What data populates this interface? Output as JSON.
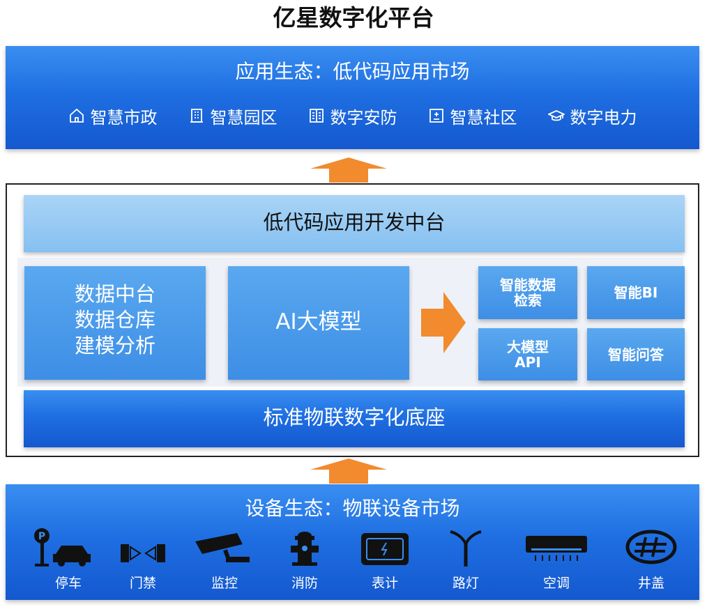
{
  "title": "亿星数字化平台",
  "app_ecosystem": {
    "title": "应用生态：低代码应用市场",
    "items": [
      {
        "label": "智慧市政",
        "icon": "house-icon"
      },
      {
        "label": "智慧园区",
        "icon": "building-icon"
      },
      {
        "label": "数字安防",
        "icon": "office-icon"
      },
      {
        "label": "智慧社区",
        "icon": "community-icon"
      },
      {
        "label": "数字电力",
        "icon": "graduation-cap-icon"
      }
    ]
  },
  "platform": {
    "lowcode": "低代码应用开发中台",
    "data_lines": [
      "数据中台",
      "数据仓库",
      "建模分析"
    ],
    "ai": "AI大模型",
    "capabilities": [
      {
        "line1": "智能数据",
        "line2": "检索"
      },
      {
        "line1": "智能BI",
        "line2": ""
      },
      {
        "line1": "大模型",
        "line2": "API"
      },
      {
        "line1": "智能问答",
        "line2": ""
      }
    ],
    "foundation": "标准物联数字化底座"
  },
  "device_ecosystem": {
    "title": "设备生态：物联设备市场",
    "devices": [
      {
        "label": "停车",
        "icon": "parking-car-icon"
      },
      {
        "label": "门禁",
        "icon": "access-gate-icon"
      },
      {
        "label": "监控",
        "icon": "camera-icon"
      },
      {
        "label": "消防",
        "icon": "hydrant-icon"
      },
      {
        "label": "表计",
        "icon": "meter-icon"
      },
      {
        "label": "路灯",
        "icon": "streetlight-icon"
      },
      {
        "label": "空调",
        "icon": "air-conditioner-icon"
      },
      {
        "label": "井盖",
        "icon": "manhole-icon"
      }
    ]
  },
  "colors": {
    "arrow": "#f28a2e",
    "blue": "#1f6fe2",
    "light_blue": "#86c0f1"
  }
}
